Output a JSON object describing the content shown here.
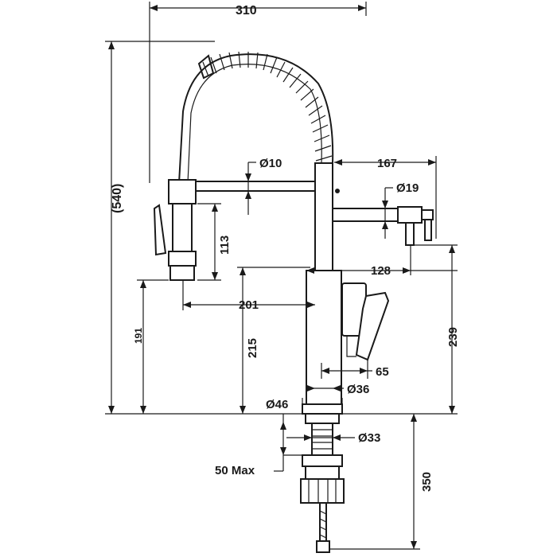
{
  "drawing": {
    "width": "310",
    "height_total": "(540)",
    "spray_dia": "Ø10",
    "reach_right": "167",
    "holder_dia": "Ø19",
    "spray_len": "113",
    "holder_reach": "128",
    "reach_left": "201",
    "spout_height": "215",
    "spray_height": "191",
    "holder_height": "239",
    "lever": "65",
    "body_dia": "Ø36",
    "base_dia": "Ø46",
    "shank_dia": "Ø33",
    "deck_max": "50 Max",
    "hose_len": "350"
  }
}
